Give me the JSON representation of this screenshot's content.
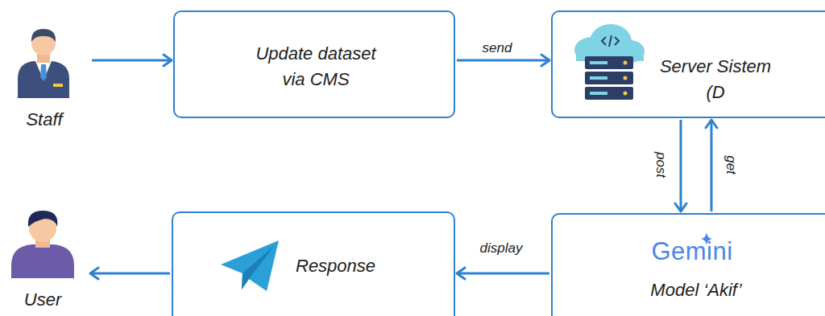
{
  "diagram": {
    "nodes": [
      {
        "text": [
          "Staff"
        ]
      },
      {
        "text": [
          "Update dataset via CMS"
        ]
      },
      {
        "text": [
          "Server Sistem (D"
        ]
      },
      {
        "text": [
          "User"
        ]
      },
      {
        "text": [
          "Response"
        ]
      },
      {
        "text": [
          "Gemini",
          "Model ‘Akif’"
        ]
      }
    ],
    "edges": [
      {
        "from": 0,
        "to": 1,
        "arrow": "to"
      },
      {
        "from": 1,
        "to": 2,
        "label": "send",
        "arrow": "to"
      },
      {
        "from": 2,
        "to": 5,
        "label": "post",
        "arrow": "to"
      },
      {
        "from": 5,
        "to": 2,
        "label": "get",
        "arrow": "to"
      },
      {
        "from": 5,
        "to": 4,
        "label": "display",
        "arrow": "to"
      },
      {
        "from": 4,
        "to": 3,
        "arrow": "to"
      }
    ]
  }
}
